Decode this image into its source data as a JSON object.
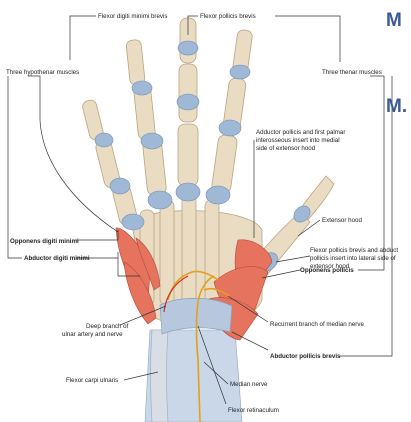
{
  "labels": {
    "fdmb": "Flexor digiti minimi brevis",
    "fpb": "Flexor pollicis brevis",
    "hypothenar": "Three hypothenar muscles",
    "thenar": "Three thenar muscles",
    "adductor_note_1": "Adductor pollicis and first palmar",
    "adductor_note_2": "interosseous insert into medial",
    "adductor_note_3": "side of extensor hood",
    "extensor_hood": "Extensor hood",
    "fpb_abd_1": "Flexor pollicis brevis and abduct",
    "fpb_abd_2": "pollicis insert into lateral side of",
    "fpb_abd_3": "extensor hood",
    "opponens_dm": "Opponens digiti minimi",
    "abductor_dm": "Abductor digiti minimi",
    "opponens_p": "Opponens pollicis",
    "recurrent": "Recurrent branch  of median nerve",
    "deep_branch_1": "Deep branch of",
    "deep_branch_2": "ulnar artery and nerve",
    "apb": "Abductor pollicis brevis",
    "fcu": "Flexor carpi ulnaris",
    "median": "Median nerve",
    "retinaculum": "Flexor retinaculum"
  },
  "heading": {
    "line1": "M",
    "line2": "M."
  },
  "colors": {
    "bone": "#e9dcc2",
    "joint": "#9fb8d6",
    "muscle": "#e5735e",
    "nerve": "#e2a11c",
    "heading": "#3a5a95"
  }
}
